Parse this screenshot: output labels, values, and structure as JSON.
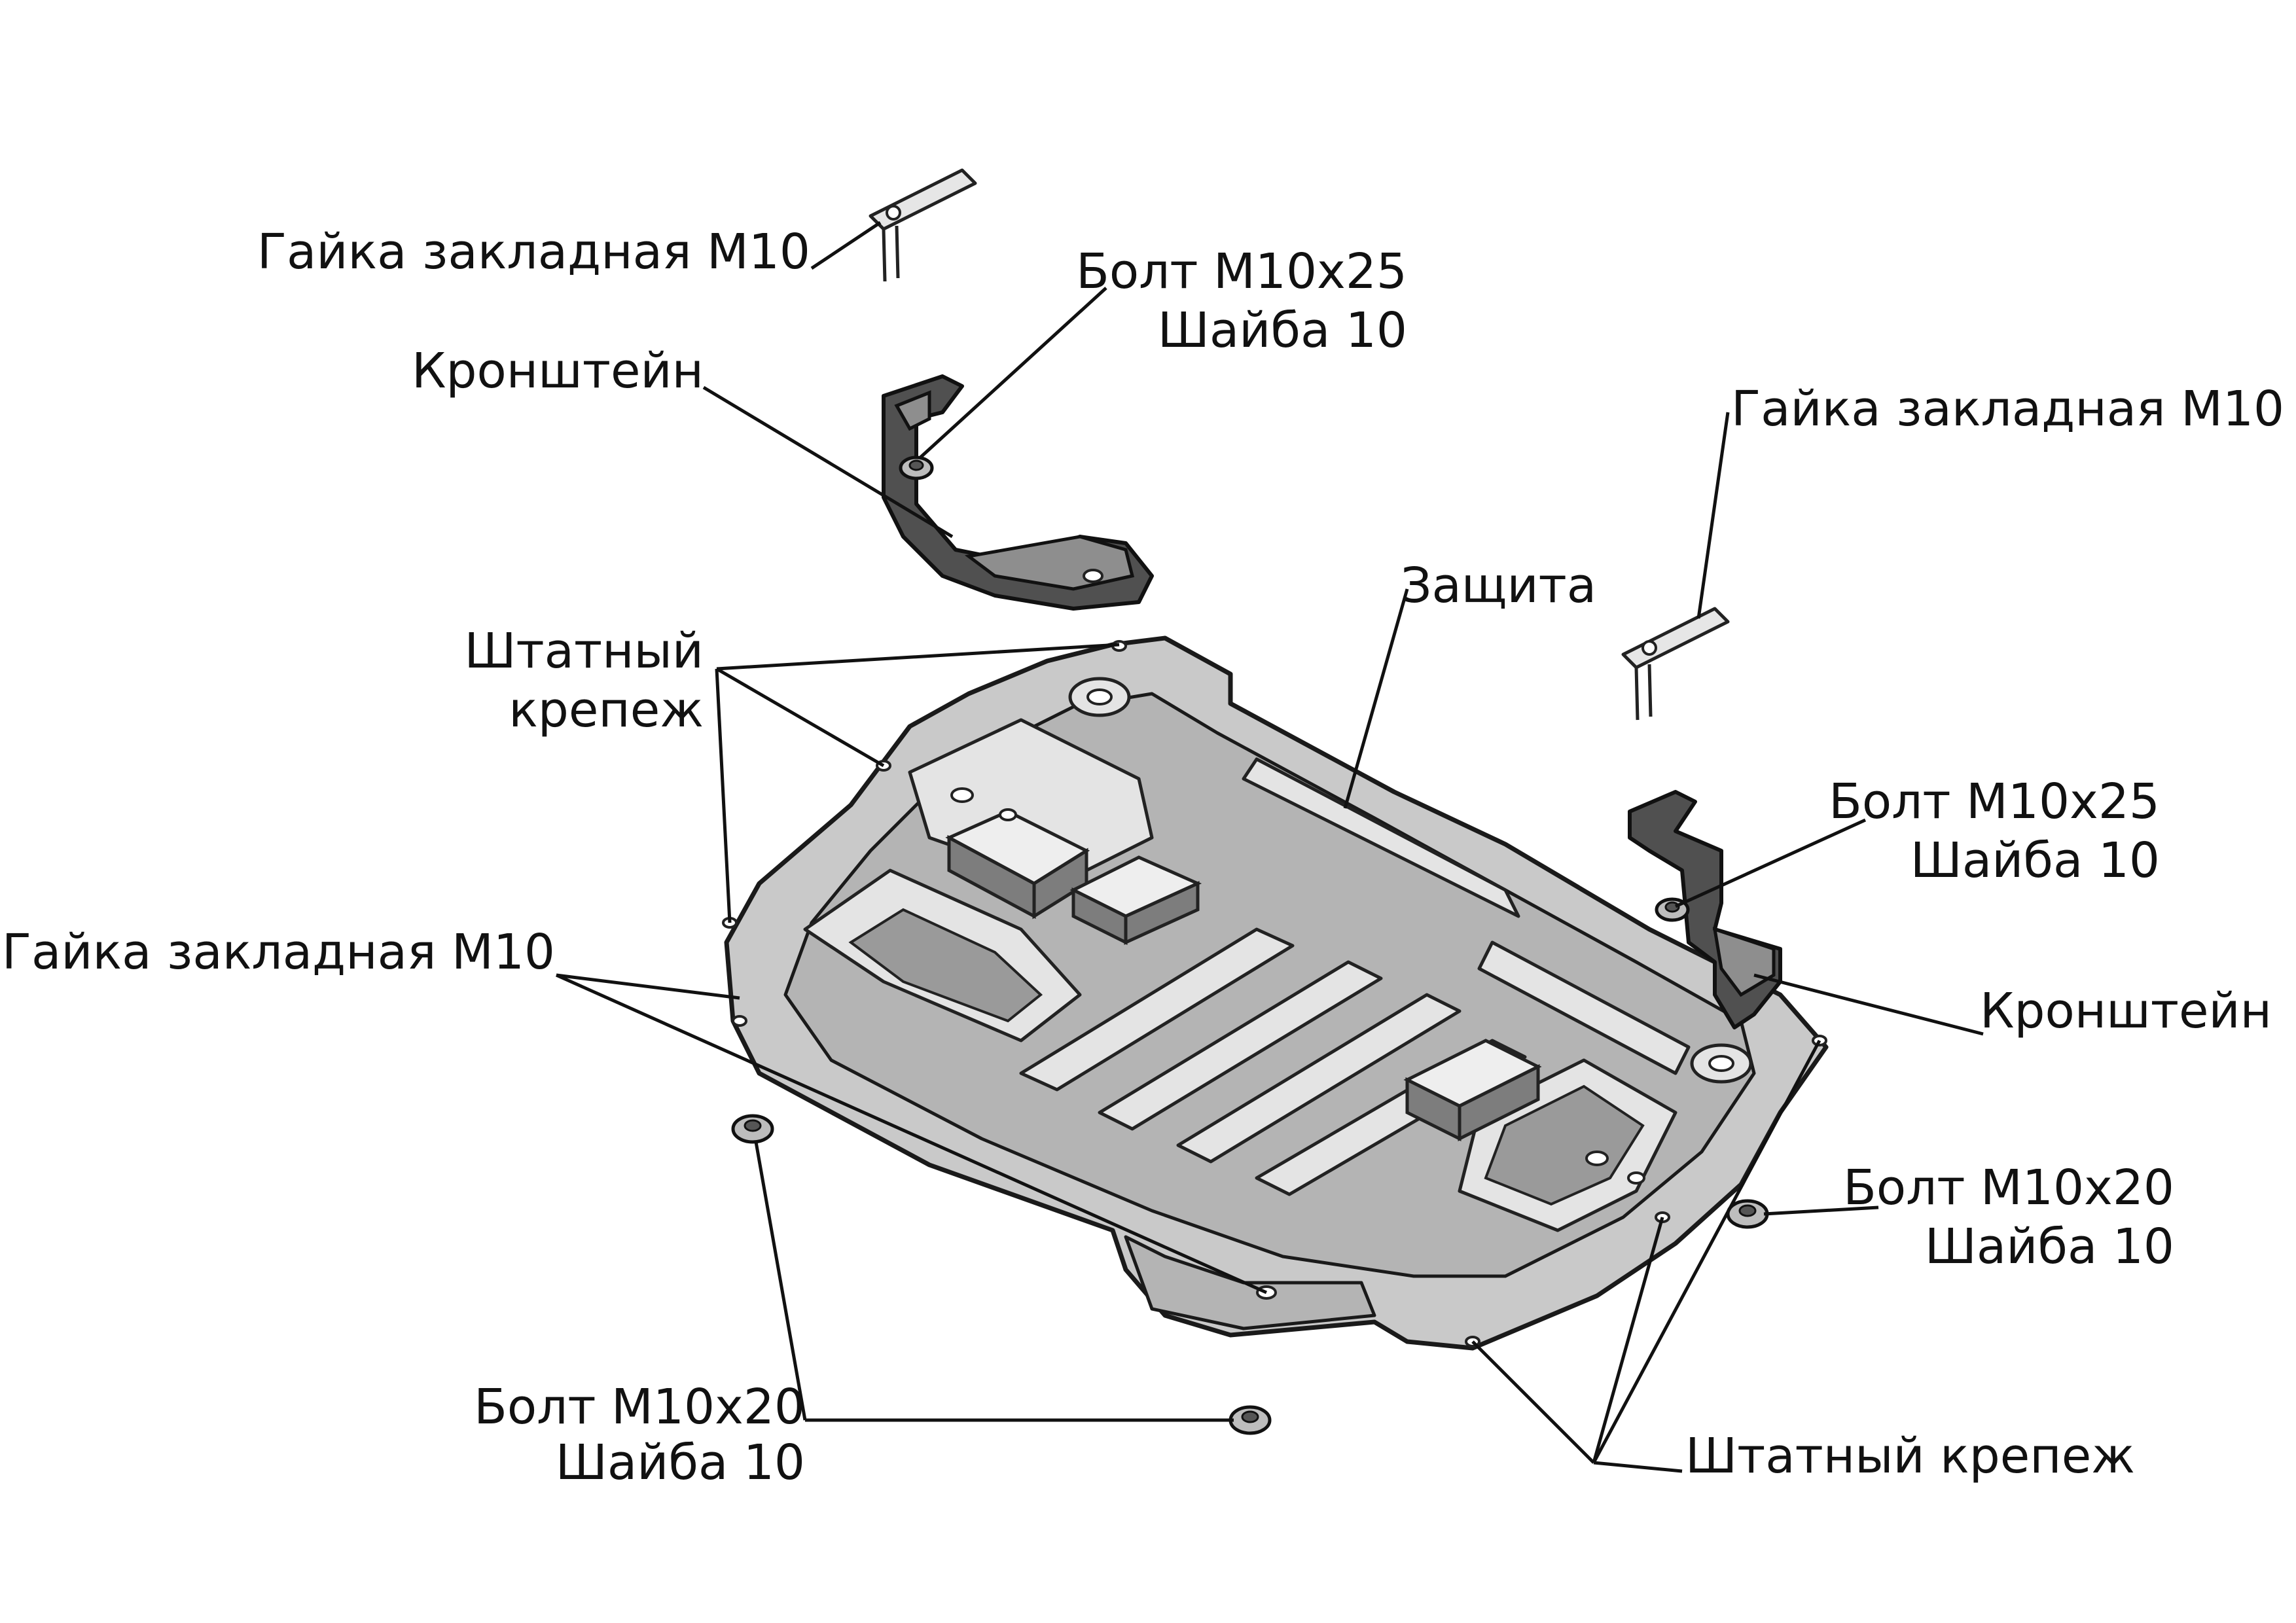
{
  "callouts": {
    "nut_top_left": "Гайка закладная М10",
    "bolt25_left_line1": "Болт М10х25",
    "bolt25_left_line2": "Шайба 10",
    "bracket_left": "Кронштейн",
    "nut_top_right": "Гайка закладная М10",
    "shield": "Защита",
    "std_fastener_left_line1": "Штатный",
    "std_fastener_left_line2": "крепеж",
    "bolt25_right_line1": "Болт М10х25",
    "bolt25_right_line2": "Шайба 10",
    "nut_left": "Гайка закладная М10",
    "bracket_right": "Кронштейн",
    "bolt20_right_line1": "Болт М10х20",
    "bolt20_right_line2": "Шайба 10",
    "bolt20_bottom_line1": "Болт М10х20",
    "bolt20_bottom_line2": "Шайба 10",
    "std_fastener_bottom": "Штатный крепеж"
  }
}
